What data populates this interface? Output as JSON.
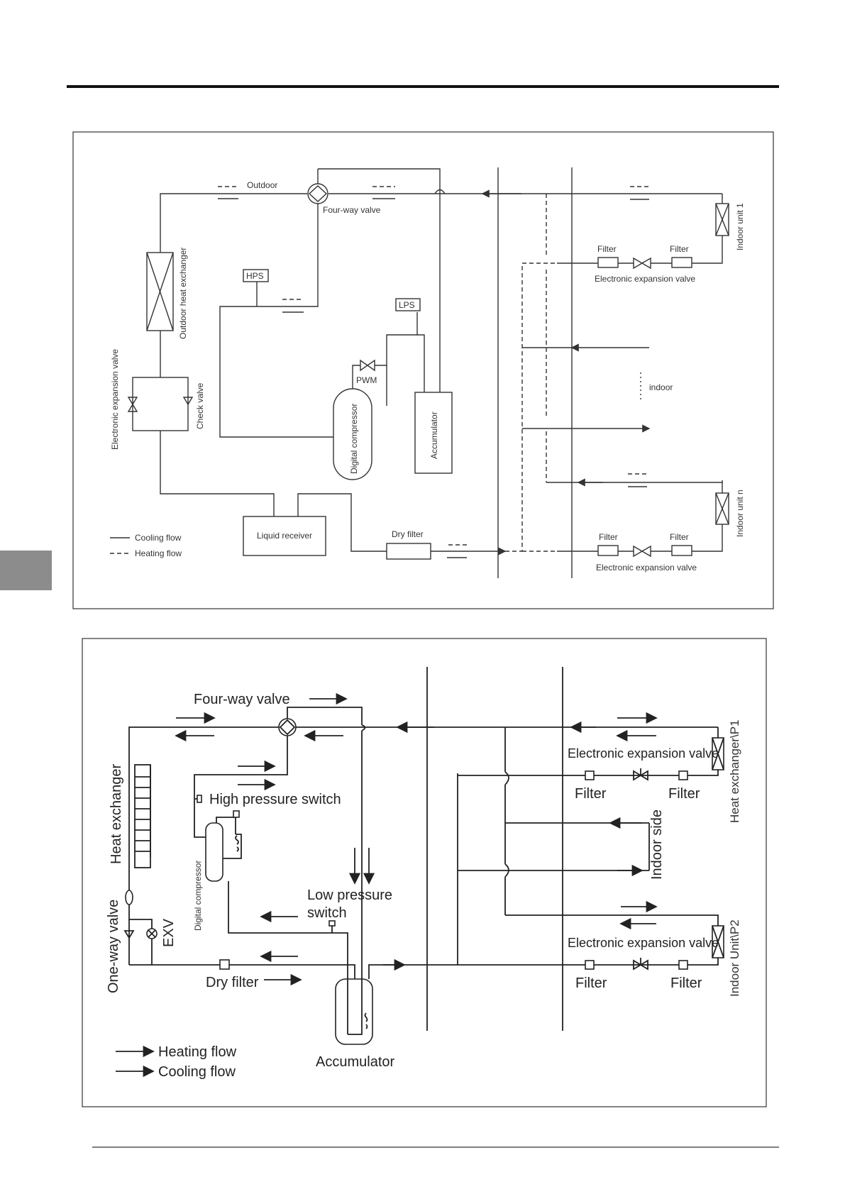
{
  "diagram1": {
    "outdoor": "Outdoor",
    "four_way_valve": "Four-way valve",
    "hps": "HPS",
    "lps": "LPS",
    "pwm": "PWM",
    "outdoor_heat_exchanger": "Outdoor heat exchanger",
    "electronic_expansion_valve": "Electronic expansion valve",
    "check_valve": "Check valve",
    "digital_compressor": "Digital compressor",
    "accumulator": "Accumulator",
    "liquid_receiver": "Liquid receiver",
    "dry_filter": "Dry filter",
    "filter_1a": "Filter",
    "filter_1b": "Filter",
    "eev_1": "Electronic expansion valve",
    "indoor_unit_1": "Indoor unit 1",
    "indoor": "indoor",
    "filter_na": "Filter",
    "filter_nb": "Filter",
    "eev_n": "Electronic expansion valve",
    "indoor_unit_n": "Indoor unit n",
    "legend_cooling": "Cooling flow",
    "legend_heating": "Heating flow"
  },
  "diagram2": {
    "four_way_valve": "Four-way valve",
    "heat_exchanger": "Heat exchanger",
    "high_pressure_switch": "High pressure switch",
    "digital_compressor": "Digital compressor",
    "low_pressure_switch_1": "Low pressure",
    "low_pressure_switch_2": "switch",
    "one_way_valve": "One-way valve",
    "exv": "EXV",
    "dry_filter": "Dry filter",
    "accumulator": "Accumulator",
    "eev_1": "Electronic expansion valve",
    "filter_1a": "Filter",
    "filter_1b": "Filter",
    "heat_exchanger_p1": "Heat exchanger\\P1",
    "indoor_side": "Indoor side",
    "eev_2": "Electronic expansion valve",
    "filter_2a": "Filter",
    "filter_2b": "Filter",
    "indoor_unit_p2": "Indoor Unit\\P2",
    "legend_heating": "Heating flow",
    "legend_cooling": "Cooling flow"
  }
}
